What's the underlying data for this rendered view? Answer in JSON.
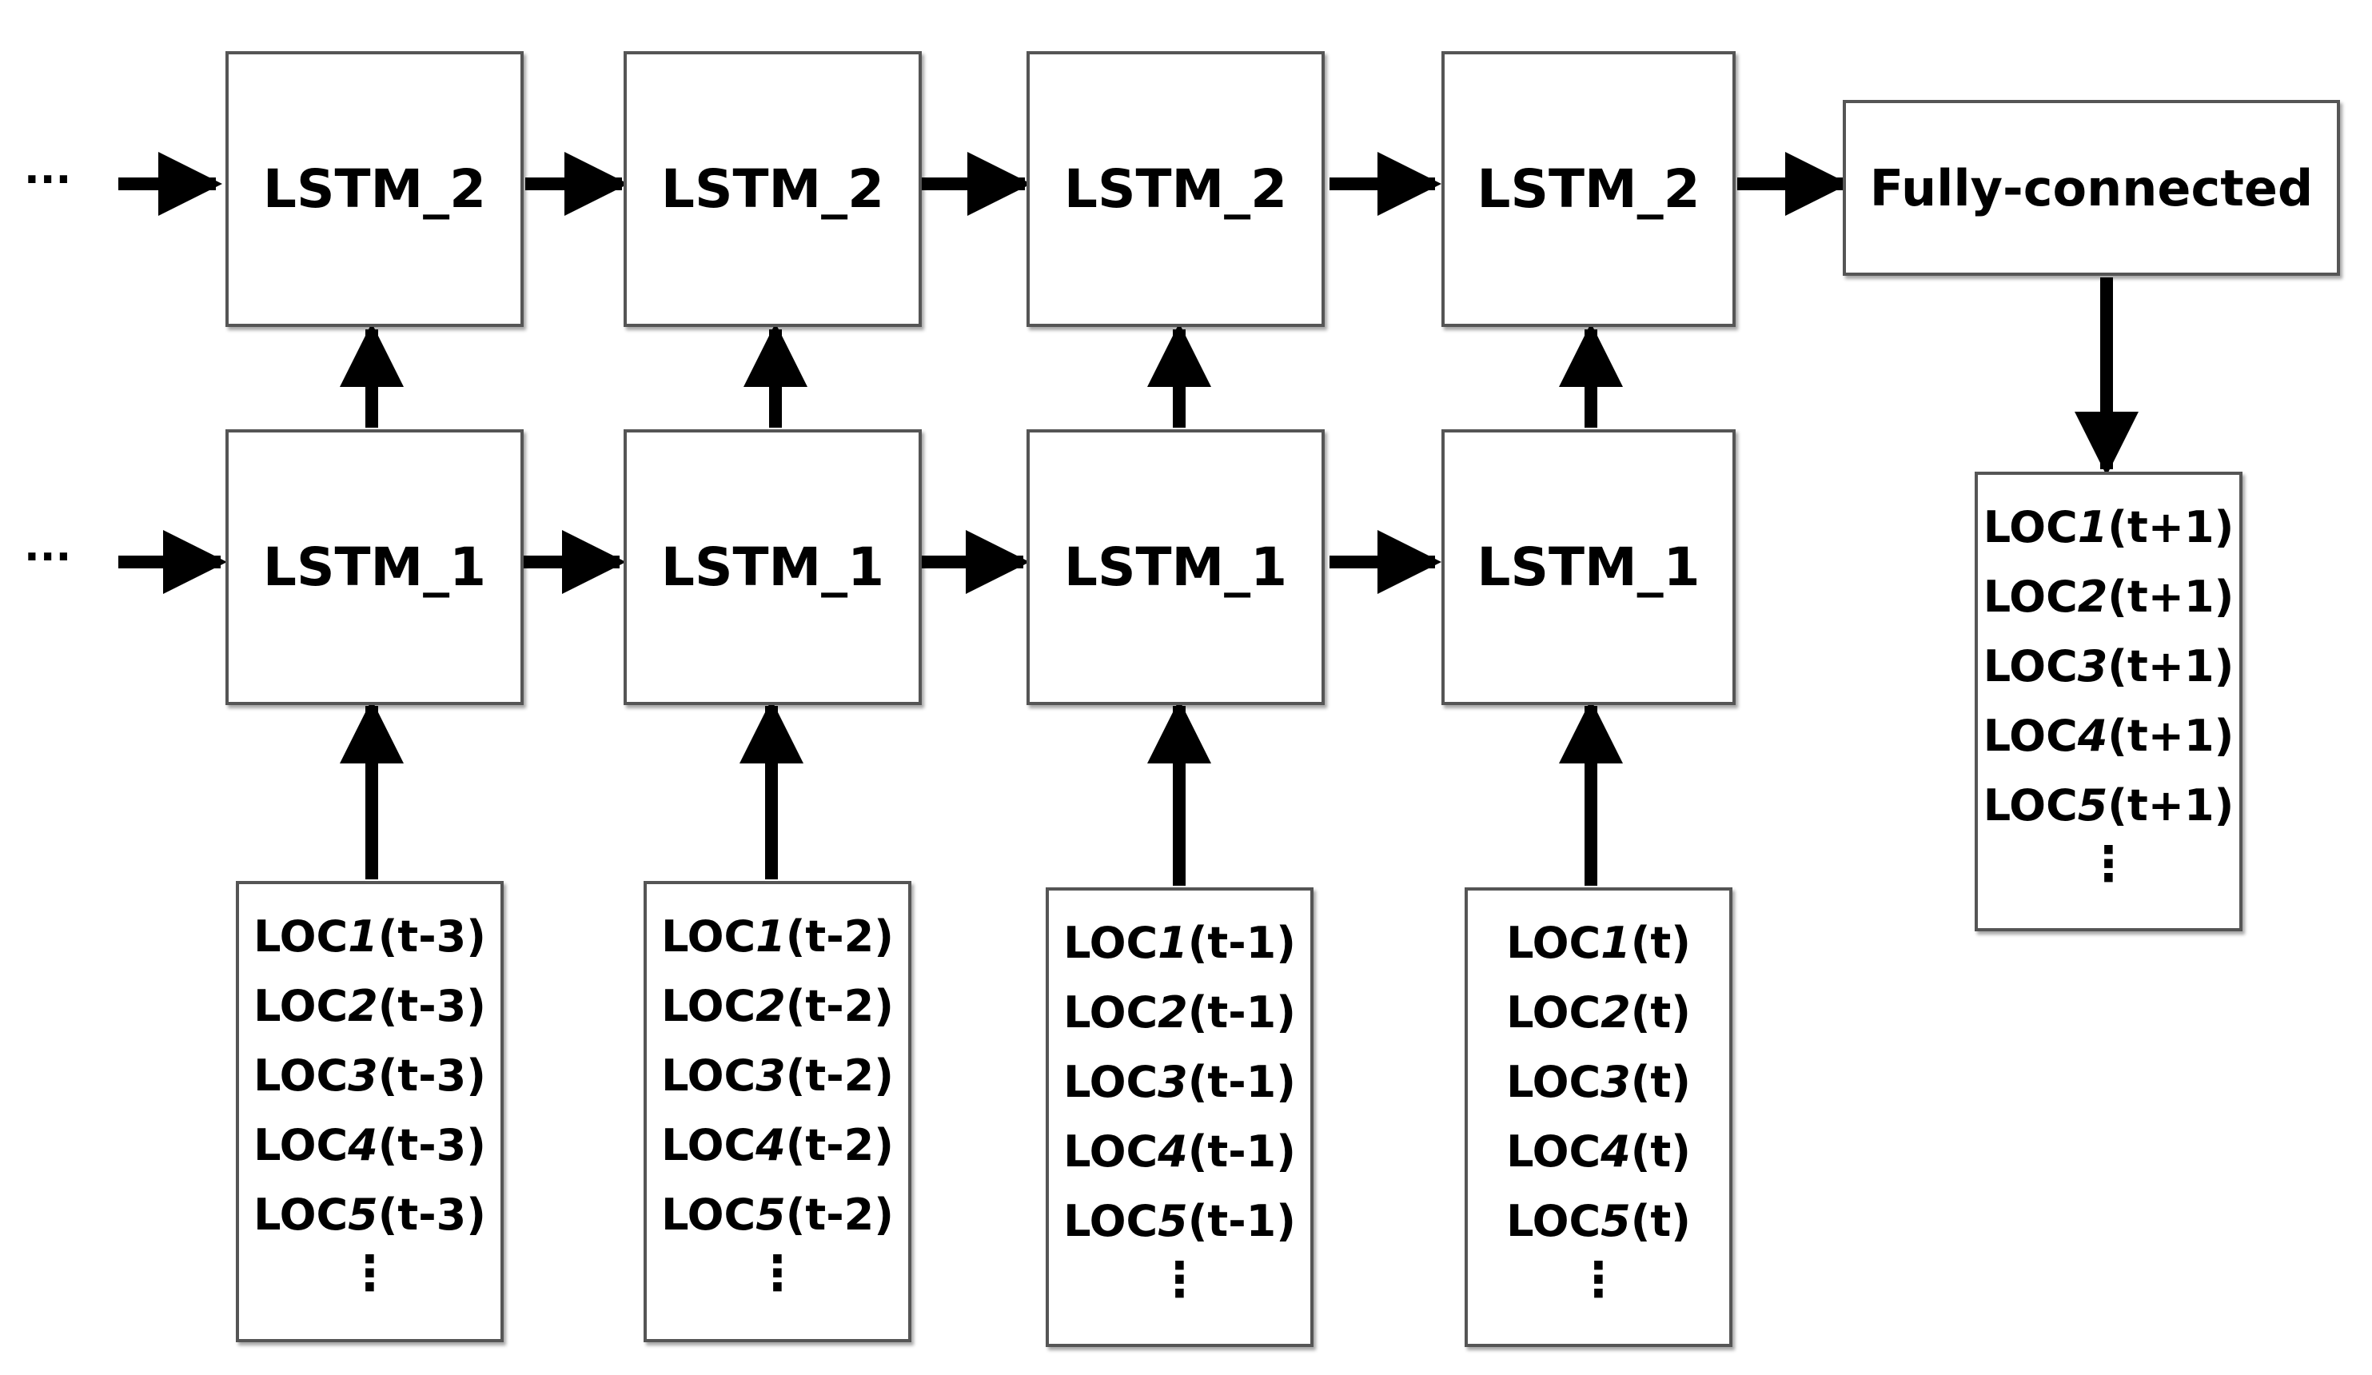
{
  "lead_in": "···",
  "layer2": {
    "label": "LSTM_2"
  },
  "layer1": {
    "label": "LSTM_1"
  },
  "output_layer": {
    "label": "Fully-connected"
  },
  "more_symbol": "⋮",
  "inputs": [
    {
      "t": "(t-3)",
      "locs": [
        "LOC1",
        "LOC2",
        "LOC3",
        "LOC4",
        "LOC5"
      ]
    },
    {
      "t": "(t-2)",
      "locs": [
        "LOC1",
        "LOC2",
        "LOC3",
        "LOC4",
        "LOC5"
      ]
    },
    {
      "t": "(t-1)",
      "locs": [
        "LOC1",
        "LOC2",
        "LOC3",
        "LOC4",
        "LOC5"
      ]
    },
    {
      "t": "(t)",
      "locs": [
        "LOC1",
        "LOC2",
        "LOC3",
        "LOC4",
        "LOC5"
      ]
    }
  ],
  "output": {
    "t": "(t+1)",
    "locs": [
      "LOC1",
      "LOC2",
      "LOC3",
      "LOC4",
      "LOC5"
    ]
  }
}
